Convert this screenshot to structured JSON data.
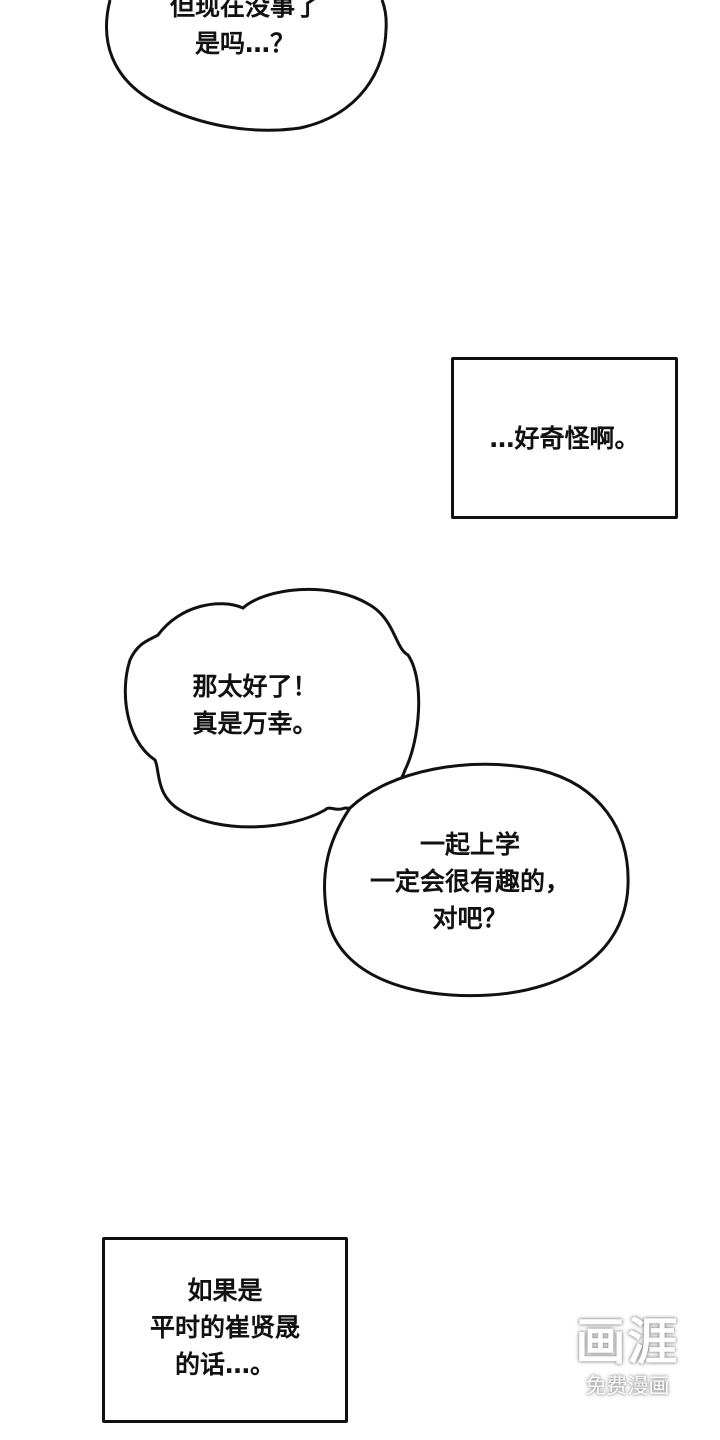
{
  "panels": [
    {
      "type": "speech",
      "lines": "但现在没事了\n是吗…？"
    },
    {
      "type": "caption",
      "lines": "…好奇怪啊。"
    },
    {
      "type": "speech",
      "lines": "那太好了！\n真是万幸。"
    },
    {
      "type": "speech",
      "lines": "一起上学\n一定会很有趣的，\n对吧？"
    },
    {
      "type": "caption",
      "lines": "如果是\n平时的崔贤晟\n的话…。"
    }
  ],
  "watermark": {
    "logo": "画涯",
    "tagline": "免费漫画"
  }
}
